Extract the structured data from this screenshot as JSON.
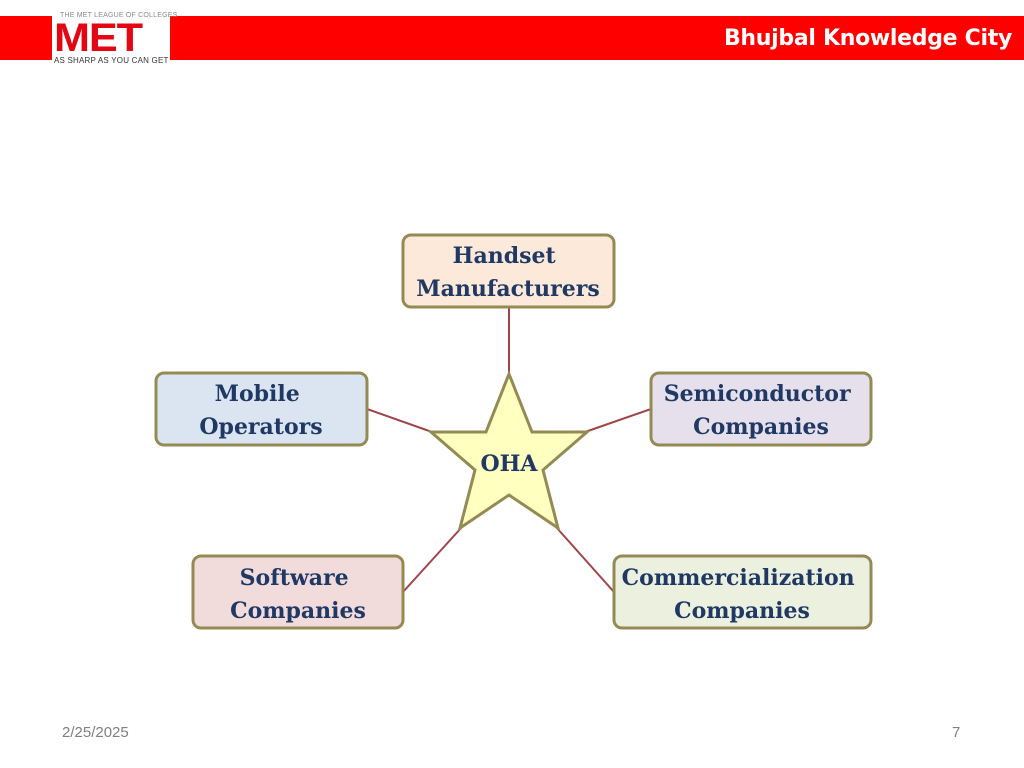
{
  "header": {
    "title": "Bhujbal Knowledge City",
    "color": "#ff0000"
  },
  "logo": {
    "top_line": "THE MET LEAGUE OF COLLEGES",
    "name": "MET",
    "tagline": "AS SHARP AS YOU CAN GET"
  },
  "diagram": {
    "center": {
      "label": "OHA",
      "fill": "#ffffc0",
      "stroke": "#948a54"
    },
    "connector_color": "#a0444a",
    "nodes": [
      {
        "id": "handset",
        "lines": [
          "Handset",
          "Manufacturers"
        ],
        "fill": "#fde9d9",
        "stroke": "#948a54"
      },
      {
        "id": "mobile",
        "lines": [
          "Mobile",
          "Operators"
        ],
        "fill": "#dbe5f1",
        "stroke": "#948a54"
      },
      {
        "id": "semiconductor",
        "lines": [
          "Semiconductor",
          "Companies"
        ],
        "fill": "#e5e0ec",
        "stroke": "#948a54"
      },
      {
        "id": "software",
        "lines": [
          "Software",
          "Companies"
        ],
        "fill": "#f2dcdb",
        "stroke": "#948a54"
      },
      {
        "id": "commercialization",
        "lines": [
          "Commercialization",
          "Companies"
        ],
        "fill": "#ebf1de",
        "stroke": "#948a54"
      }
    ]
  },
  "footer": {
    "date": "2/25/2025",
    "page": "7"
  }
}
